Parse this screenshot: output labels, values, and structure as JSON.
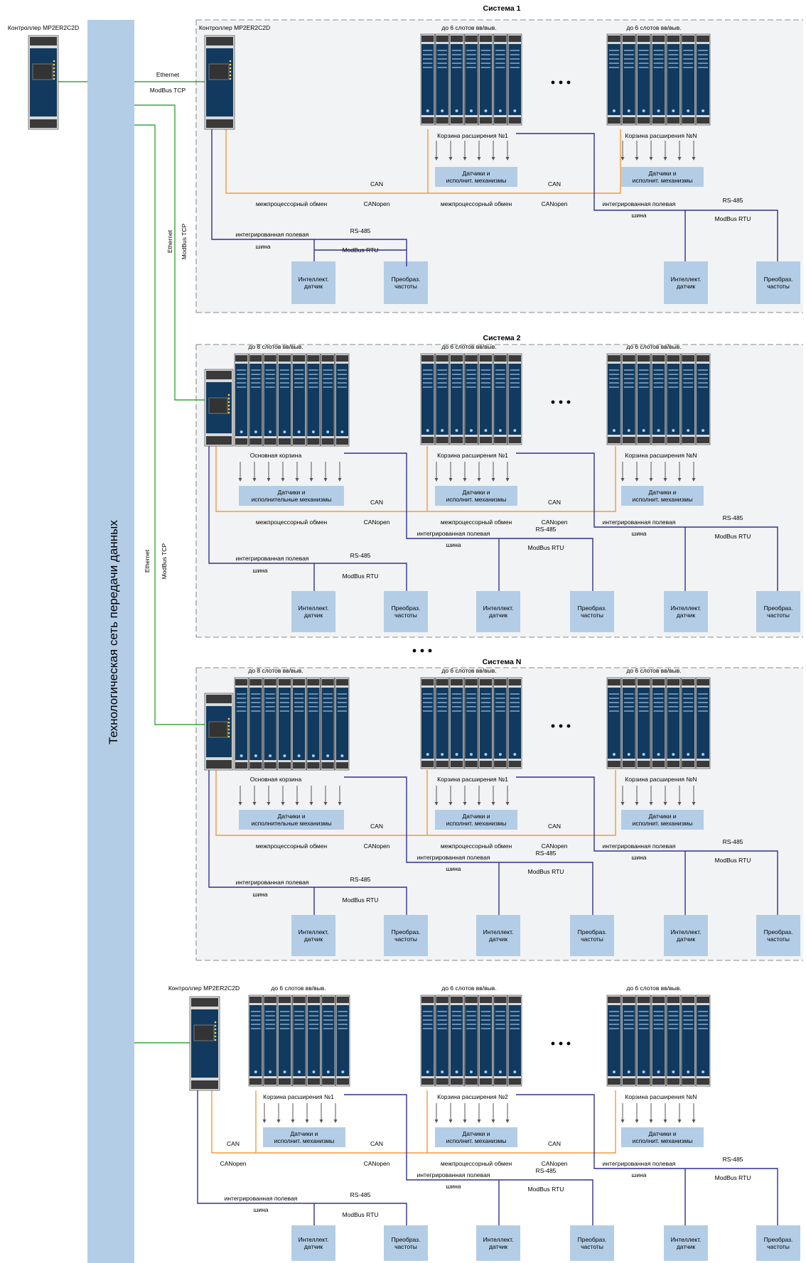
{
  "network_bus_label": "Технологическая сеть передачи данных",
  "top_left_controller_label": "Контроллер MP2ER2C2D",
  "uplink_labels": {
    "ethernet": "Ethernet",
    "modbus_tcp": "ModBus TCP"
  },
  "dots": "• • •",
  "colors": {
    "network_bus": "#b4cde6",
    "ethernet_line": "#3aa63a",
    "can_line": "#f39a3c",
    "fieldbus_line": "#2e3192",
    "box_fill": "#b4cde6",
    "system_bg": "#f2f3f4",
    "module_body": "#123a5e"
  },
  "systems": [
    {
      "title": "Система 1",
      "controller_label": "Контроллер MP2ER2C2D",
      "racks": [
        {
          "slots_label": "до 6 слотов вв/выв.",
          "name": "Корзина расширения №1",
          "box": "Датчики и исполнит. механизмы"
        },
        {
          "slots_label": "до 6 слотов вв/выв.",
          "name": "Корзина расширения №N",
          "box": "Датчики и исполнит. механизмы"
        }
      ],
      "bus_labels": {
        "can_1": "CAN",
        "interproc_1": "межпроцессорный обмен",
        "canopen_1": "CANopen",
        "can_2": "CAN",
        "interproc_2": "межпроцессорный обмен",
        "canopen_2": "CANopen",
        "fieldbus_1": "интегрированная полевая",
        "fieldbus_1b": "шина",
        "rs485_1": "RS-485",
        "modbus_rtu_1": "ModBus RTU",
        "fieldbus_2": "интегрированная полевая",
        "fieldbus_2b": "шина",
        "rs485_2": "RS-485",
        "modbus_rtu_2": "ModBus RTU"
      },
      "devices": [
        "Интеллект. датчик",
        "Преобраз. частоты",
        "Интеллект. датчик",
        "Преобраз. частоты"
      ]
    },
    {
      "title": "Система 2",
      "racks": [
        {
          "slots_label": "до 8 слотов вв/выв.",
          "name": "Основная корзина",
          "box": "Датчики и исполнительные механизмы"
        },
        {
          "slots_label": "до 6 слотов вв/выв.",
          "name": "Корзина расширения №1",
          "box": "Датчики и исполнит. механизмы"
        },
        {
          "slots_label": "до 6 слотов вв/выв.",
          "name": "Корзина расширения №N",
          "box": "Датчики и исполнит. механизмы"
        }
      ],
      "bus_labels": {
        "can_1": "CAN",
        "interproc_1": "межпроцессорный обмен",
        "canopen_1": "CANopen",
        "interproc_2": "межпроцессорный обмен",
        "canopen_2": "CANopen",
        "can_2": "CAN",
        "fieldbus_1": "интегрированная полевая",
        "fieldbus_1b": "шина",
        "rs485_1": "RS-485",
        "modbus_rtu_1": "ModBus RTU",
        "fieldbus_2": "интегрированная полевая",
        "fieldbus_2b": "шина",
        "rs485_2": "RS-485",
        "modbus_rtu_2": "ModBus RTU",
        "fieldbus_3": "интегрированная полевая",
        "fieldbus_3b": "шина",
        "rs485_3": "RS-485",
        "modbus_rtu_3": "ModBus RTU"
      },
      "devices": [
        "Интеллект. датчик",
        "Преобраз. частоты",
        "Интеллект. датчик",
        "Преобраз. частоты",
        "Интеллект. датчик",
        "Преобраз. частоты"
      ]
    },
    {
      "title": "Система N",
      "racks": [
        {
          "slots_label": "до 8 слотов вв/выв.",
          "name": "Основная корзина",
          "box": "Датчики и исполнительные механизмы"
        },
        {
          "slots_label": "до 6 слотов вв/выв.",
          "name": "Корзина расширения №1",
          "box": "Датчики и исполнит. механизмы"
        },
        {
          "slots_label": "до 6 слотов вв/выв.",
          "name": "Корзина расширения №N",
          "box": "Датчики и исполнит. механизмы"
        }
      ],
      "bus_labels": {
        "can_1": "CAN",
        "interproc_1": "межпроцессорный обмен",
        "canopen_1": "CANopen",
        "interproc_2": "межпроцессорный обмен",
        "canopen_2": "CANopen",
        "can_2": "CAN",
        "fieldbus_1": "интегрированная полевая",
        "fieldbus_1b": "шина",
        "rs485_1": "RS-485",
        "modbus_rtu_1": "ModBus RTU",
        "fieldbus_2": "интегрированная полевая",
        "fieldbus_2b": "шина",
        "rs485_2": "RS-485",
        "modbus_rtu_2": "ModBus RTU",
        "fieldbus_3": "интегрированная полевая",
        "fieldbus_3b": "шина",
        "rs485_3": "RS-485",
        "modbus_rtu_3": "ModBus RTU"
      },
      "devices": [
        "Интеллект. датчик",
        "Преобраз. частоты",
        "Интеллект. датчик",
        "Преобраз. частоты",
        "Интеллект. датчик",
        "Преобраз. частоты"
      ]
    },
    {
      "title": "",
      "controller_label": "Контроллер MP2ER2C2D",
      "racks": [
        {
          "slots_label": "до 6 слотов вв/выв.",
          "name": "Корзина расширения №1",
          "box": "Датчики и исполнит. механизмы"
        },
        {
          "slots_label": "до 6 слотов вв/выв.",
          "name": "Корзина расширения №2",
          "box": "Датчики и исполнит. механизмы"
        },
        {
          "slots_label": "до 6 слотов вв/выв.",
          "name": "Корзина расширения №N",
          "box": "Датчики и исполнит. механизмы"
        }
      ],
      "bus_labels": {
        "can_1": "CAN",
        "canopen_1": "CANopen",
        "can_2": "CAN",
        "canopen_2": "CANopen",
        "interproc_2": "межпроцессорный обмен",
        "canopen_3": "CANopen",
        "can_3": "CAN",
        "fieldbus_1": "интегрированная полевая",
        "fieldbus_1b": "шина",
        "rs485_1": "RS-485",
        "modbus_rtu_1": "ModBus RTU",
        "fieldbus_2": "интегрированная полевая",
        "fieldbus_2b": "шина",
        "rs485_2": "RS-485",
        "modbus_rtu_2": "ModBus RTU",
        "fieldbus_3": "интегрированная полевая",
        "fieldbus_3b": "шина",
        "rs485_3": "RS-485",
        "modbus_rtu_3": "ModBus RTU"
      },
      "devices": [
        "Интеллект. датчик",
        "Преобраз. частоты",
        "Интеллект. датчик",
        "Преобраз. частоты",
        "Интеллект. датчик",
        "Преобраз. частоты"
      ]
    }
  ]
}
